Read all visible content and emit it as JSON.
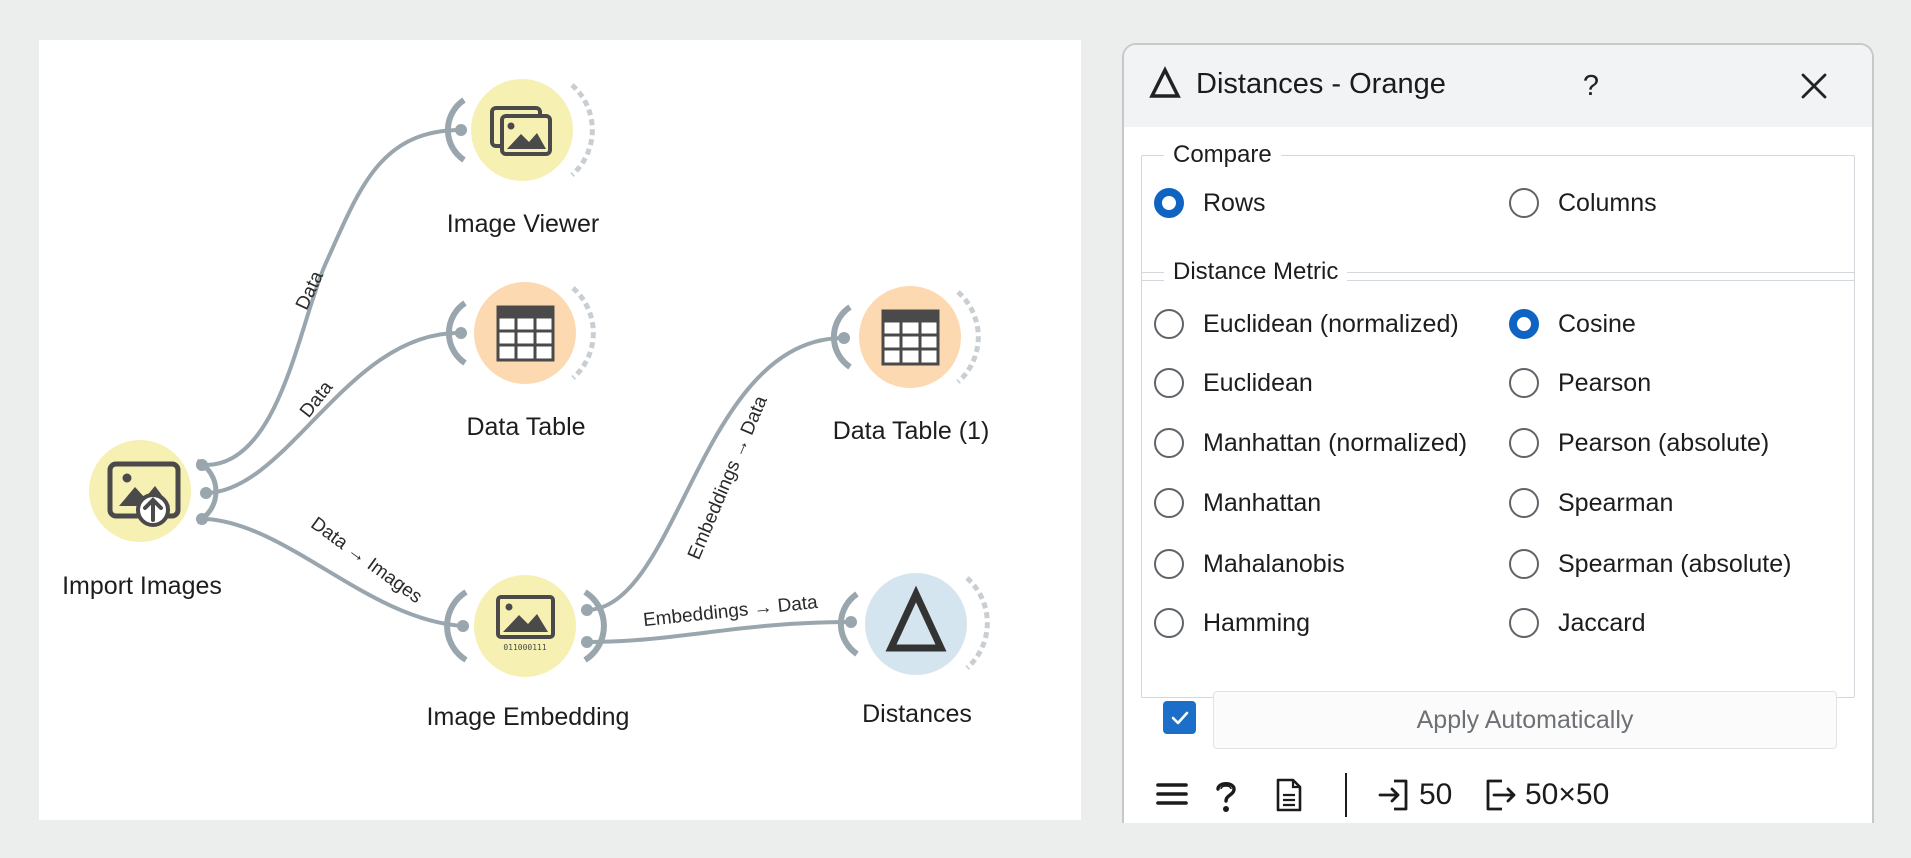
{
  "canvas": {
    "nodes": {
      "import_images": "Import Images",
      "image_viewer": "Image Viewer",
      "data_table": "Data Table",
      "image_embedding": "Image Embedding",
      "data_table_1": "Data Table (1)",
      "distances": "Distances"
    },
    "links": {
      "import_to_viewer": "Data",
      "import_to_table": "Data",
      "import_to_embedding": "Data → Images",
      "embedding_to_table1": "Embeddings → Data",
      "embedding_to_distances": "Embeddings → Data"
    },
    "embedding_bits": "011000111"
  },
  "dialog": {
    "title": "Distances - Orange",
    "help_label": "?",
    "close_icon": "close-icon",
    "compare": {
      "title": "Compare",
      "options": [
        "Rows",
        "Columns"
      ],
      "selected": "Rows"
    },
    "metric": {
      "title": "Distance Metric",
      "options": [
        "Euclidean (normalized)",
        "Cosine",
        "Euclidean",
        "Pearson",
        "Manhattan (normalized)",
        "Pearson (absolute)",
        "Manhattan",
        "Spearman",
        "Mahalanobis",
        "Spearman (absolute)",
        "Hamming",
        "Jaccard"
      ],
      "selected": "Cosine"
    },
    "apply_automatically": {
      "label": "Apply Automatically",
      "checked": true
    },
    "status": {
      "input_count": "50",
      "output_size": "50×50"
    }
  },
  "colors": {
    "accent": "#0f63c3",
    "link": "#9aa6ad",
    "viewer_node": "#f6f0b2",
    "table_node": "#fcd9b0",
    "distances_node": "#d5e5f0"
  }
}
